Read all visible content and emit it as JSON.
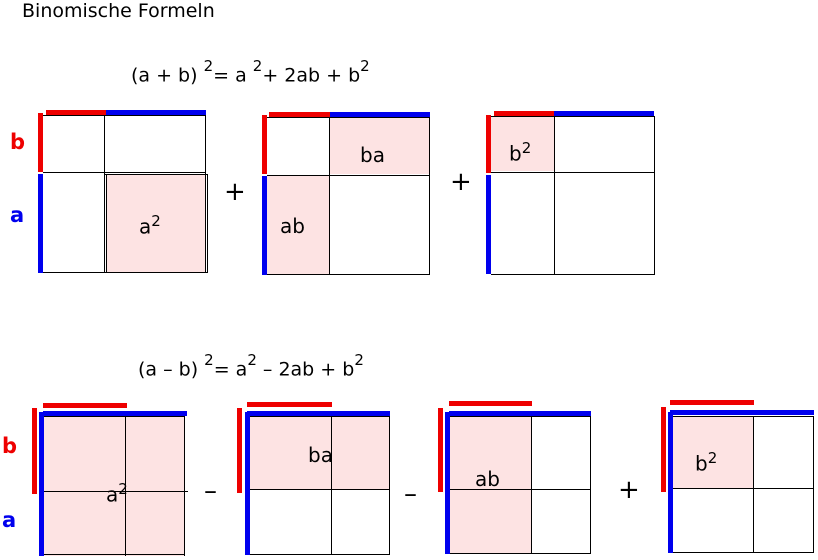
{
  "title": "Binomische Formeln",
  "formula1": {
    "lhs": "(a + b)",
    "exp1": "2",
    "eq": "= a",
    "exp2": "2",
    "rhs": "+ 2ab + b",
    "exp3": "2"
  },
  "formula2": {
    "lhs": "(a – b)",
    "exp1": "2",
    "eq": "= a",
    "exp2": "2",
    "rhs": "– 2ab + b",
    "exp3": "2"
  },
  "labels": {
    "b": "b",
    "a": "a",
    "a2_base": "a",
    "b2_base": "b",
    "sq": "2",
    "ab": "ab",
    "ba": "ba"
  },
  "operators": {
    "plus": "+",
    "minus": "–"
  },
  "colors": {
    "red": "#ee0000",
    "blue": "#0000ee",
    "fill": "#fde3e3"
  }
}
